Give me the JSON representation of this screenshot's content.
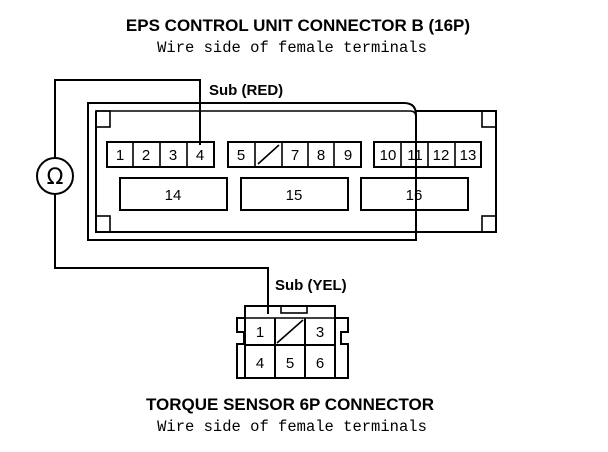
{
  "header": {
    "title": "EPS CONTROL UNIT CONNECTOR B (16P)",
    "subtitle": "Wire side of female terminals"
  },
  "eps_connector": {
    "sub_label": "Sub (RED)",
    "row1_left": [
      "1",
      "2",
      "3",
      "4"
    ],
    "row1_mid": [
      "5",
      "",
      "7",
      "8",
      "9"
    ],
    "row1_right": [
      "10",
      "11",
      "12",
      "13"
    ],
    "row2": [
      "14",
      "15",
      "16"
    ]
  },
  "meter": {
    "symbol": "Ω"
  },
  "torque_connector": {
    "sub_label": "Sub (YEL)",
    "top_row": [
      "1",
      "",
      "3"
    ],
    "bottom_row": [
      "4",
      "5",
      "6"
    ]
  },
  "footer": {
    "title": "TORQUE SENSOR 6P CONNECTOR",
    "subtitle": "Wire side of female terminals"
  }
}
